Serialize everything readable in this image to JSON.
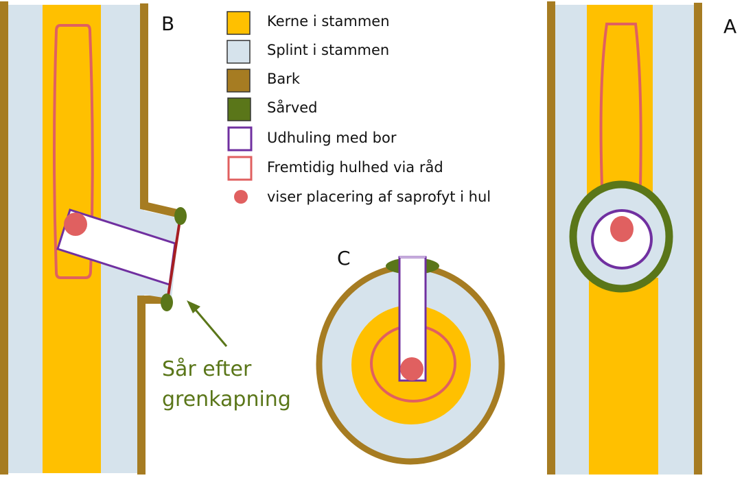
{
  "colors": {
    "heartwood": "#FFC000",
    "sapwood": "#D6E3EC",
    "bark": "#A67C22",
    "woundwood": "#5A7619",
    "drill_hole": "#7030A0",
    "future_cavity": "#E06060",
    "saprophyte": "#E06060",
    "cut_surface": "#A61E22",
    "annotation": "#5A7619"
  },
  "legend": {
    "items": [
      {
        "key": "heartwood",
        "label": "Kerne i stammen",
        "shape": "filled-square"
      },
      {
        "key": "sapwood",
        "label": "Splint i stammen",
        "shape": "filled-square"
      },
      {
        "key": "bark",
        "label": "Bark",
        "shape": "filled-square"
      },
      {
        "key": "woundwood",
        "label": "Sårved",
        "shape": "filled-square"
      },
      {
        "key": "drill_hole",
        "label": "Udhuling med bor",
        "shape": "outlined-square"
      },
      {
        "key": "future_cavity",
        "label": "Fremtidig hulhed via råd",
        "shape": "outlined-square"
      },
      {
        "key": "saprophyte",
        "label": "viser placering af saprofyt i hul",
        "shape": "dot"
      }
    ]
  },
  "panels": {
    "b": {
      "letter": "B",
      "description": "Længdesnit af stamme med skrå udhuling ved afskåret gren"
    },
    "c": {
      "letter": "C",
      "description": "Tværsnit af stamme med udhuling mod kernen"
    },
    "a": {
      "letter": "A",
      "description": "Forfra-visning af stamme med udhuling omgivet af sårved"
    }
  },
  "annotation": {
    "line1": "Sår efter",
    "line2": "grenkapning",
    "target": "wound-after-branch-cut"
  }
}
